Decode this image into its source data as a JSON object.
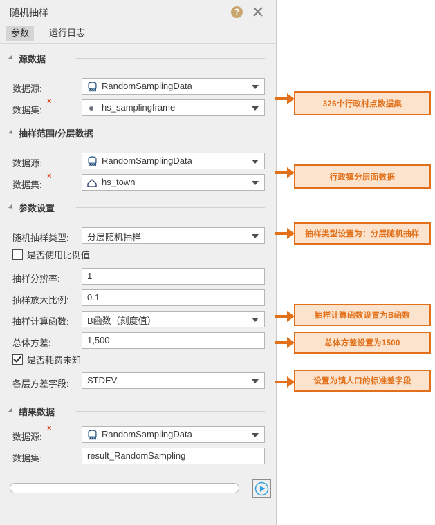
{
  "window": {
    "title": "随机抽样",
    "help_icon": "help-icon",
    "close_icon": "close-icon"
  },
  "tabs": [
    {
      "label": "参数",
      "active": true
    },
    {
      "label": "运行日志",
      "active": false
    }
  ],
  "sections": {
    "source": {
      "title": "源数据",
      "datasource_label": "数据源:",
      "datasource_value": "RandomSamplingData",
      "dataset_label": "数据集:",
      "dataset_value": "hs_samplingframe",
      "dataset_required": "×"
    },
    "range": {
      "title": "抽样范围/分层数据",
      "datasource_label": "数据源:",
      "datasource_value": "RandomSamplingData",
      "dataset_label": "数据集:",
      "dataset_value": "hs_town",
      "dataset_required": "×"
    },
    "params": {
      "title": "参数设置",
      "type_label": "随机抽样类型:",
      "type_value": "分层随机抽样",
      "use_ratio_label": "是否使用比例值",
      "use_ratio_checked": false,
      "resolution_label": "抽样分辨率:",
      "resolution_value": "1",
      "scale_label": "抽样放大比例:",
      "scale_value": "0.1",
      "function_label": "抽样计算函数:",
      "function_value": "B函数（刻度值）",
      "variance_label": "总体方差:",
      "variance_value": "1,500",
      "cost_unknown_label": "是否耗费未知",
      "cost_unknown_checked": true,
      "stratum_field_label": "各层方差字段:",
      "stratum_field_value": "STDEV"
    },
    "result": {
      "title": "结果数据",
      "datasource_label": "数据源:",
      "datasource_value": "RandomSamplingData",
      "datasource_required": "×",
      "dataset_label": "数据集:",
      "dataset_value": "result_RandomSampling"
    }
  },
  "footer": {
    "progress_value": "",
    "run_icon": "play-icon"
  },
  "annotations": [
    {
      "text": "326个行政村点数据集"
    },
    {
      "text": "行政镇分层面数据"
    },
    {
      "text": "抽样类型设置为：分层随机抽样"
    },
    {
      "text": "抽样计算函数设置为B函数"
    },
    {
      "text": "总体方差设置为1500"
    },
    {
      "text": "设置为镇人口的标准差字段"
    }
  ],
  "colors": {
    "accent": "#e2701a",
    "callout_bg": "#fce3cd",
    "panel_bg": "#efefef",
    "run_blue": "#2f9fe0",
    "help_gold": "#c9a670",
    "required_red": "#e03a12"
  }
}
